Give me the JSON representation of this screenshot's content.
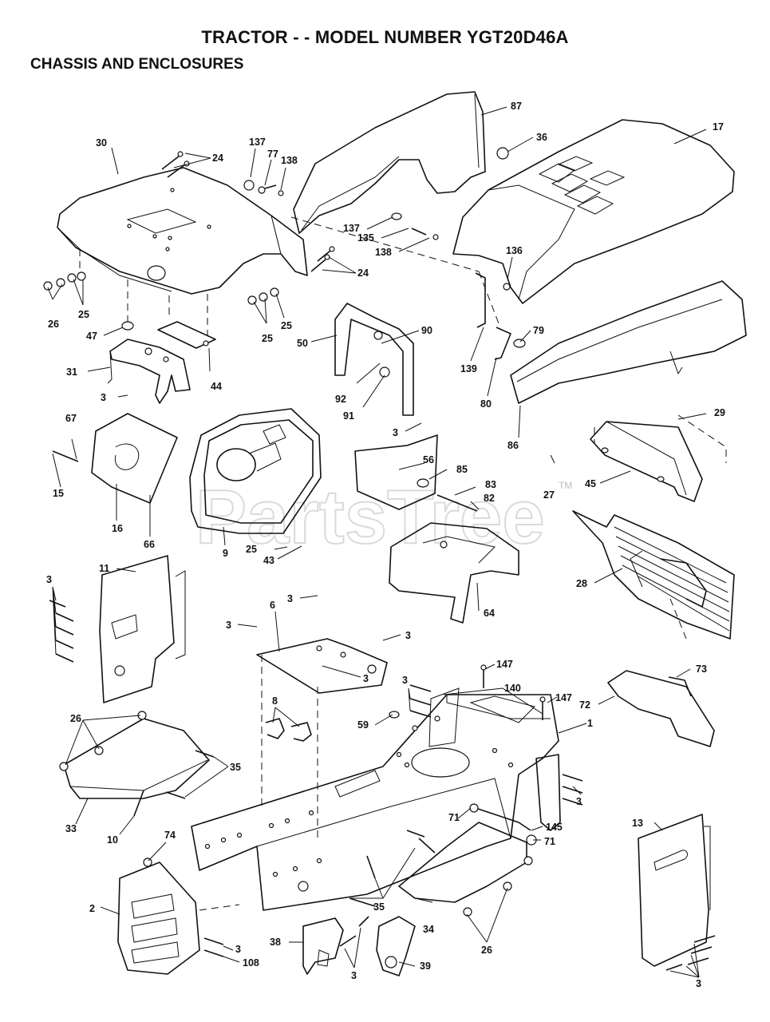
{
  "header": {
    "title": "TRACTOR - - MODEL NUMBER YGT20D46A",
    "section": "CHASSIS AND ENCLOSURES"
  },
  "watermark": {
    "text": "PartsTree",
    "tm": "TM"
  },
  "callouts": [
    {
      "id": "c87",
      "text": "87"
    },
    {
      "id": "c36",
      "text": "36"
    },
    {
      "id": "c17",
      "text": "17"
    },
    {
      "id": "c30",
      "text": "30"
    },
    {
      "id": "c24a",
      "text": "24"
    },
    {
      "id": "c137a",
      "text": "137"
    },
    {
      "id": "c77",
      "text": "77"
    },
    {
      "id": "c138a",
      "text": "138"
    },
    {
      "id": "c137b",
      "text": "137"
    },
    {
      "id": "c135",
      "text": "135"
    },
    {
      "id": "c138b",
      "text": "138"
    },
    {
      "id": "c136",
      "text": "136"
    },
    {
      "id": "c24b",
      "text": "24"
    },
    {
      "id": "c25a",
      "text": "25"
    },
    {
      "id": "c26a",
      "text": "26"
    },
    {
      "id": "c25b",
      "text": "25"
    },
    {
      "id": "c25c",
      "text": "25"
    },
    {
      "id": "c47",
      "text": "47"
    },
    {
      "id": "c50",
      "text": "50"
    },
    {
      "id": "c90",
      "text": "90"
    },
    {
      "id": "c79",
      "text": "79"
    },
    {
      "id": "c139",
      "text": "139"
    },
    {
      "id": "c31",
      "text": "31"
    },
    {
      "id": "c44",
      "text": "44"
    },
    {
      "id": "c92",
      "text": "92"
    },
    {
      "id": "c91",
      "text": "91"
    },
    {
      "id": "c80",
      "text": "80"
    },
    {
      "id": "c3a",
      "text": "3"
    },
    {
      "id": "c3b",
      "text": "3"
    },
    {
      "id": "c86",
      "text": "86"
    },
    {
      "id": "c67",
      "text": "67"
    },
    {
      "id": "c29",
      "text": "29"
    },
    {
      "id": "c56",
      "text": "56"
    },
    {
      "id": "c85",
      "text": "85"
    },
    {
      "id": "c83",
      "text": "83"
    },
    {
      "id": "c82",
      "text": "82"
    },
    {
      "id": "c27",
      "text": "27"
    },
    {
      "id": "c45",
      "text": "45"
    },
    {
      "id": "c15",
      "text": "15"
    },
    {
      "id": "c16",
      "text": "16"
    },
    {
      "id": "c66",
      "text": "66"
    },
    {
      "id": "c9",
      "text": "9"
    },
    {
      "id": "c25d",
      "text": "25"
    },
    {
      "id": "c43",
      "text": "43"
    },
    {
      "id": "c28",
      "text": "28"
    },
    {
      "id": "c64",
      "text": "64"
    },
    {
      "id": "c11",
      "text": "11"
    },
    {
      "id": "c3c",
      "text": "3"
    },
    {
      "id": "c3d",
      "text": "3"
    },
    {
      "id": "c6",
      "text": "6"
    },
    {
      "id": "c3e",
      "text": "3"
    },
    {
      "id": "c3f",
      "text": "3"
    },
    {
      "id": "c3g",
      "text": "3"
    },
    {
      "id": "c147a",
      "text": "147"
    },
    {
      "id": "c73",
      "text": "73"
    },
    {
      "id": "c140",
      "text": "140"
    },
    {
      "id": "c3h",
      "text": "3"
    },
    {
      "id": "c147b",
      "text": "147"
    },
    {
      "id": "c72",
      "text": "72"
    },
    {
      "id": "c8",
      "text": "8"
    },
    {
      "id": "c26b",
      "text": "26"
    },
    {
      "id": "c59",
      "text": "59"
    },
    {
      "id": "c1",
      "text": "1"
    },
    {
      "id": "c35a",
      "text": "35"
    },
    {
      "id": "c3i",
      "text": "3"
    },
    {
      "id": "c33",
      "text": "33"
    },
    {
      "id": "c10",
      "text": "10"
    },
    {
      "id": "c71a",
      "text": "71"
    },
    {
      "id": "c145",
      "text": "145"
    },
    {
      "id": "c71b",
      "text": "71"
    },
    {
      "id": "c13",
      "text": "13"
    },
    {
      "id": "c74",
      "text": "74"
    },
    {
      "id": "c35b",
      "text": "35"
    },
    {
      "id": "c2",
      "text": "2"
    },
    {
      "id": "c34",
      "text": "34"
    },
    {
      "id": "c26c",
      "text": "26"
    },
    {
      "id": "c3j",
      "text": "3"
    },
    {
      "id": "c38",
      "text": "38"
    },
    {
      "id": "c108",
      "text": "108"
    },
    {
      "id": "c3k",
      "text": "3"
    },
    {
      "id": "c39",
      "text": "39"
    },
    {
      "id": "c3l",
      "text": "3"
    }
  ]
}
